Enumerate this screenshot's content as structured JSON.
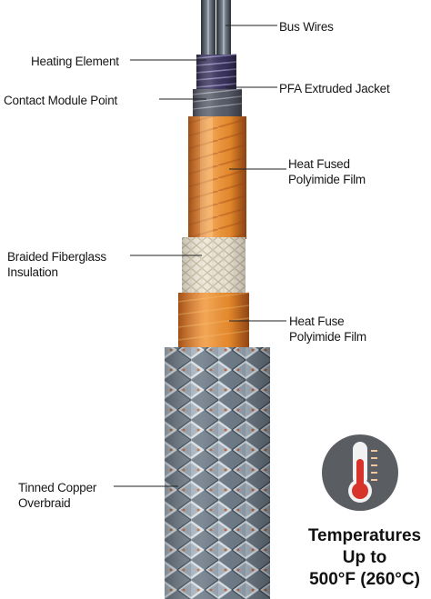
{
  "labels": {
    "bus_wires": "Bus Wires",
    "heating_element": "Heating Element",
    "pfa_jacket": "PFA Extruded Jacket",
    "contact_module": "Contact Module Point",
    "heat_fused_film": [
      "Heat Fused",
      "Polyimide Film"
    ],
    "braided_fiberglass": [
      "Braided Fiberglass",
      "Insulation"
    ],
    "heat_fuse_film": [
      "Heat Fuse",
      "Polyimide Film"
    ],
    "tinned_copper": [
      "Tinned Copper",
      "Overbraid"
    ]
  },
  "temperature": {
    "icon": "thermometer-icon",
    "line1": "Temperatures",
    "line2": "Up to",
    "line3": "500°F (260°C)"
  },
  "colors": {
    "icon_circle": "#5a5d62",
    "thermo_red": "#d8332a",
    "polyimide_orange": "#e8892a",
    "fiberglass": "#ece4d2",
    "copper_braid": "#7d8a97"
  }
}
